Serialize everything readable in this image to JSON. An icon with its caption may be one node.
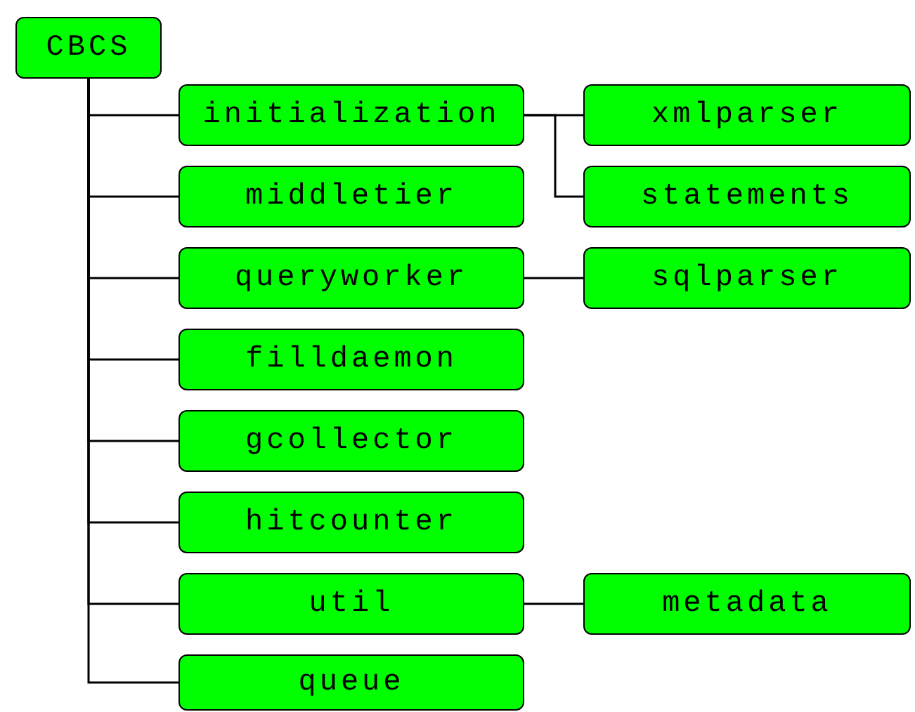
{
  "diagram": {
    "nodes": [
      {
        "text": [
          "CBCS"
        ]
      },
      {
        "text": [
          "initialization"
        ]
      },
      {
        "text": [
          "xmlparser"
        ]
      },
      {
        "text": [
          "statements"
        ]
      },
      {
        "text": [
          "middletier"
        ]
      },
      {
        "text": [
          "queryworker"
        ]
      },
      {
        "text": [
          "sqlparser"
        ]
      },
      {
        "text": [
          "filldaemon"
        ]
      },
      {
        "text": [
          "gcollector"
        ]
      },
      {
        "text": [
          "hitcounter"
        ]
      },
      {
        "text": [
          "util"
        ]
      },
      {
        "text": [
          "metadata"
        ]
      },
      {
        "text": [
          "queue"
        ]
      }
    ],
    "edges": [
      {
        "from": 0,
        "to": 1,
        "arrow": "none"
      },
      {
        "from": 1,
        "to": 2,
        "arrow": "none"
      },
      {
        "from": 1,
        "to": 3,
        "arrow": "none"
      },
      {
        "from": 0,
        "to": 4,
        "arrow": "none"
      },
      {
        "from": 0,
        "to": 5,
        "arrow": "none"
      },
      {
        "from": 5,
        "to": 6,
        "arrow": "none"
      },
      {
        "from": 0,
        "to": 7,
        "arrow": "none"
      },
      {
        "from": 0,
        "to": 8,
        "arrow": "none"
      },
      {
        "from": 0,
        "to": 9,
        "arrow": "none"
      },
      {
        "from": 0,
        "to": 10,
        "arrow": "none"
      },
      {
        "from": 10,
        "to": 11,
        "arrow": "none"
      },
      {
        "from": 0,
        "to": 12,
        "arrow": "none"
      }
    ]
  }
}
